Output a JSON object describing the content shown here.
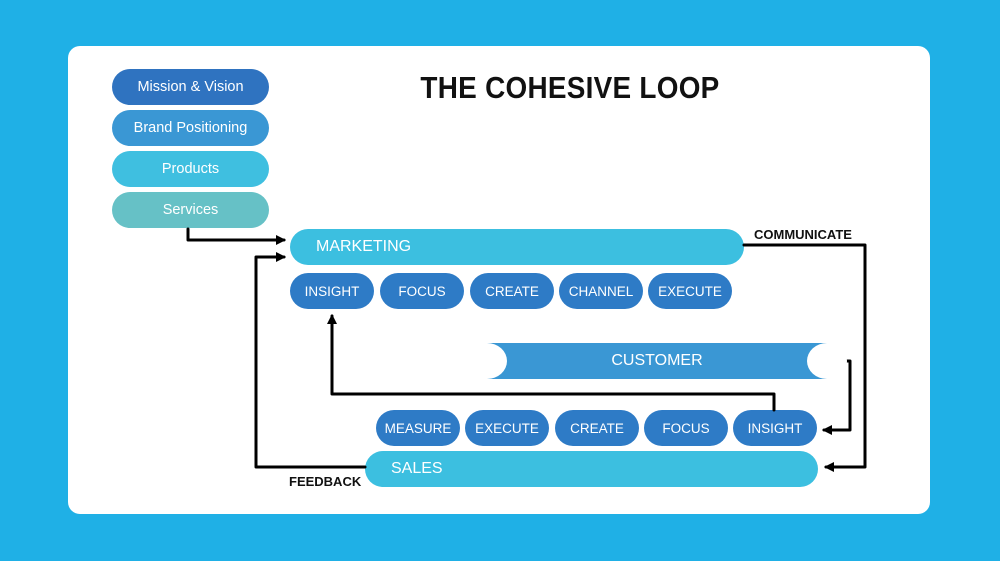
{
  "title": "THE COHESIVE LOOP",
  "inputs": [
    {
      "label": "Mission & Vision",
      "color": "#2f73c0"
    },
    {
      "label": "Brand Positioning",
      "color": "#3a97d4"
    },
    {
      "label": "Products",
      "color": "#3fbfe0"
    },
    {
      "label": "Services",
      "color": "#66c1c6"
    }
  ],
  "marketing": {
    "label": "MARKETING",
    "steps": [
      "INSIGHT",
      "FOCUS",
      "CREATE",
      "CHANNEL",
      "EXECUTE"
    ]
  },
  "customer": {
    "label": "CUSTOMER"
  },
  "sales": {
    "label": "SALES",
    "steps": [
      "MEASURE",
      "EXECUTE",
      "CREATE",
      "FOCUS",
      "INSIGHT"
    ]
  },
  "connectors": {
    "communicate": "COMMUNICATE",
    "feedback": "FEEDBACK"
  }
}
